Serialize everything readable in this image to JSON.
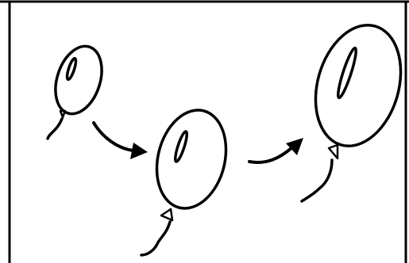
{
  "figure": {
    "balloons": [
      {
        "name": "small-balloon",
        "stage": 1
      },
      {
        "name": "medium-balloon",
        "stage": 2
      },
      {
        "name": "large-balloon",
        "stage": 3
      }
    ],
    "arrows": [
      {
        "name": "arrow-small-to-medium",
        "from": 1,
        "to": 2
      },
      {
        "name": "arrow-medium-to-large",
        "from": 2,
        "to": 3
      }
    ],
    "colors": {
      "stroke": "#000000",
      "background": "#ffffff"
    }
  }
}
